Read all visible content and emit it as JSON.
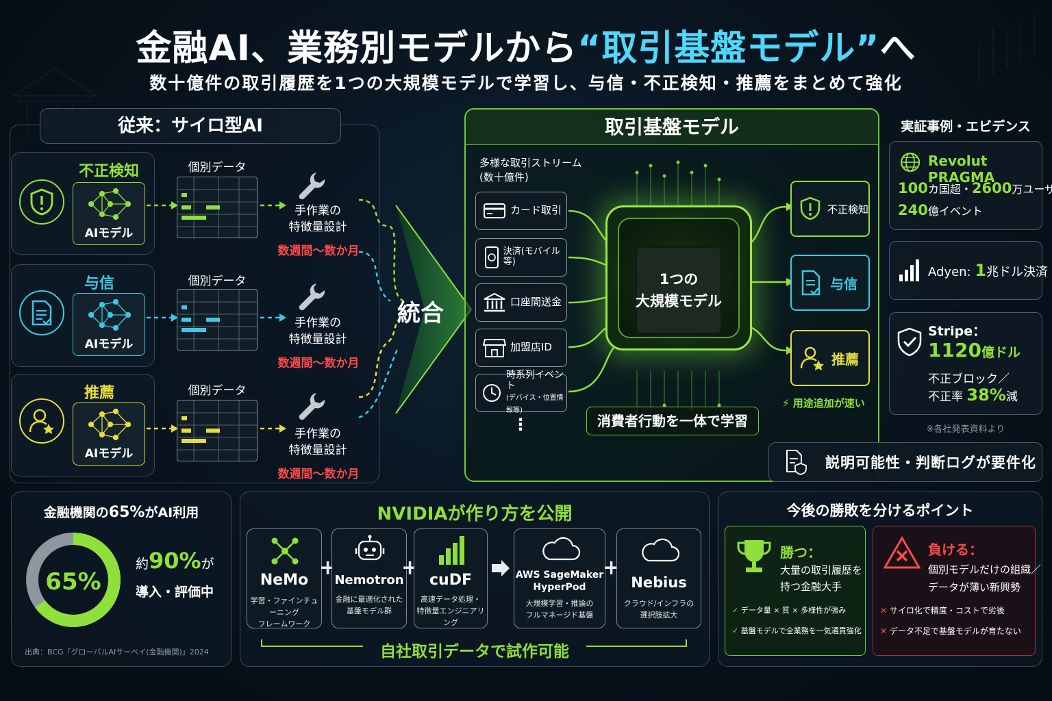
{
  "title": {
    "part1": "金融AI、業務別モデルから",
    "highlight": "“取引基盤モデル”",
    "part2": "へ"
  },
  "subtitle": "数十億件の取引履歴を1つの大規模モデルで学習し、与信・不正検知・推薦をまとめて強化",
  "legacy": {
    "header": "従来：サイロ型AI",
    "rows": [
      {
        "category": "不正検知",
        "ai_label": "AIモデル",
        "data_label": "個別データ",
        "task": [
          "手作業の",
          "特徴量設計"
        ],
        "duration": "数週間〜数か月",
        "color": "#8fe03a",
        "icon": "shield-alert-icon"
      },
      {
        "category": "与信",
        "ai_label": "AIモデル",
        "data_label": "個別データ",
        "task": [
          "手作業の",
          "特徴量設計"
        ],
        "duration": "数週間〜数か月",
        "color": "#3cc8e6",
        "icon": "document-check-icon"
      },
      {
        "category": "推薦",
        "ai_label": "AIモデル",
        "data_label": "個別データ",
        "task": [
          "手作業の",
          "特徴量設計"
        ],
        "duration": "数週間〜数か月",
        "color": "#e8dc3c",
        "icon": "user-star-icon"
      }
    ],
    "merge_label": "統合"
  },
  "foundation": {
    "header": "取引基盤モデル",
    "streams_title": [
      "多様な取引ストリーム",
      "(数十億件)"
    ],
    "streams": [
      "カード取引",
      "決済(モバイル等)",
      "口座間送金",
      "加盟店ID",
      "時系列イベント",
      "(デバイス・位置情報等)"
    ],
    "more": "⋮",
    "core": [
      "1つの",
      "大規模モデル"
    ],
    "outputs": [
      "不正検知",
      "与信",
      "推薦"
    ],
    "fast_add": "用途追加が速い",
    "learn_label": "消費者行動を一体で学習",
    "explain_label": "説明可能性・判断ログが要件化"
  },
  "evidence": {
    "header": "実証事例・エビデンス",
    "revolut": {
      "name": "Revolut PRAGMA",
      "line1a": "100",
      "line1b": "カ国超・",
      "line1c": "2600",
      "line1d": "万ユーザー・",
      "line2a": "240",
      "line2b": "億イベント"
    },
    "adyen": {
      "prefix": "Adyen:",
      "num": "1",
      "suffix": "兆ドル決済"
    },
    "stripe": {
      "name": "Stripe：",
      "num": "1120",
      "unit": "億ドル",
      "line2": "不正ブロック／",
      "line3a": "不正率 ",
      "line3b": "38%",
      "line3c": "減"
    },
    "note": "※各社発表資料より"
  },
  "adoption": {
    "title_a": "金融機関の",
    "title_b": "65%",
    "title_c": "がAI利用",
    "percent": 65,
    "donut_label": "65%",
    "right_a": "約",
    "right_b": "90%",
    "right_c": "が",
    "right_line2": "導入・評価中",
    "source": "出典：BCG「グローバルAIサーベイ(金融機関)」2024"
  },
  "nvidia": {
    "title_a": "NVIDIA",
    "title_b": "が作り方を公開",
    "tools": [
      {
        "name": "NeMo",
        "desc": [
          "学習・ファインチューニング",
          "フレームワーク"
        ],
        "icon": "network-icon"
      },
      {
        "name": "Nemotron",
        "desc": [
          "金融に最適化された",
          "基盤モデル群"
        ],
        "icon": "robot-icon"
      },
      {
        "name": "cuDF",
        "desc": [
          "高速データ処理・",
          "特徴量エンジニアリング"
        ],
        "icon": "bar-chart-icon"
      },
      {
        "name": "AWS SageMaker\nHyperPod",
        "name1": "AWS SageMaker",
        "name2": "HyperPod",
        "desc": [
          "大規模学習・推論の",
          "フルマネージド基盤"
        ],
        "icon": "cloud-icon"
      },
      {
        "name": "Nebius",
        "desc": [
          "クラウド/インフラの",
          "選択肢拡大"
        ],
        "icon": "cloud-icon"
      }
    ],
    "footer": "自社取引データで試作可能"
  },
  "future": {
    "header": "今後の勝敗を分けるポイント",
    "win": {
      "title": "勝つ：",
      "desc": [
        "大量の取引履歴を",
        "持つ金融大手"
      ],
      "points": [
        "データ量 × 質 × 多様性が強み",
        "基盤モデルで全業務を一気通貫強化"
      ]
    },
    "lose": {
      "title": "負ける：",
      "desc": [
        "個別モデルだけの組織／",
        "データが薄い新興勢"
      ],
      "points": [
        "サイロ化で精度・コストで劣後",
        "データ不足で基盤モデルが育たない"
      ]
    }
  },
  "colors": {
    "green": "#8fe03a",
    "cyan": "#3cc8e6",
    "yellow": "#e8dc3c",
    "red": "#ff4a4a",
    "accent_title": "#4fd8ff"
  }
}
